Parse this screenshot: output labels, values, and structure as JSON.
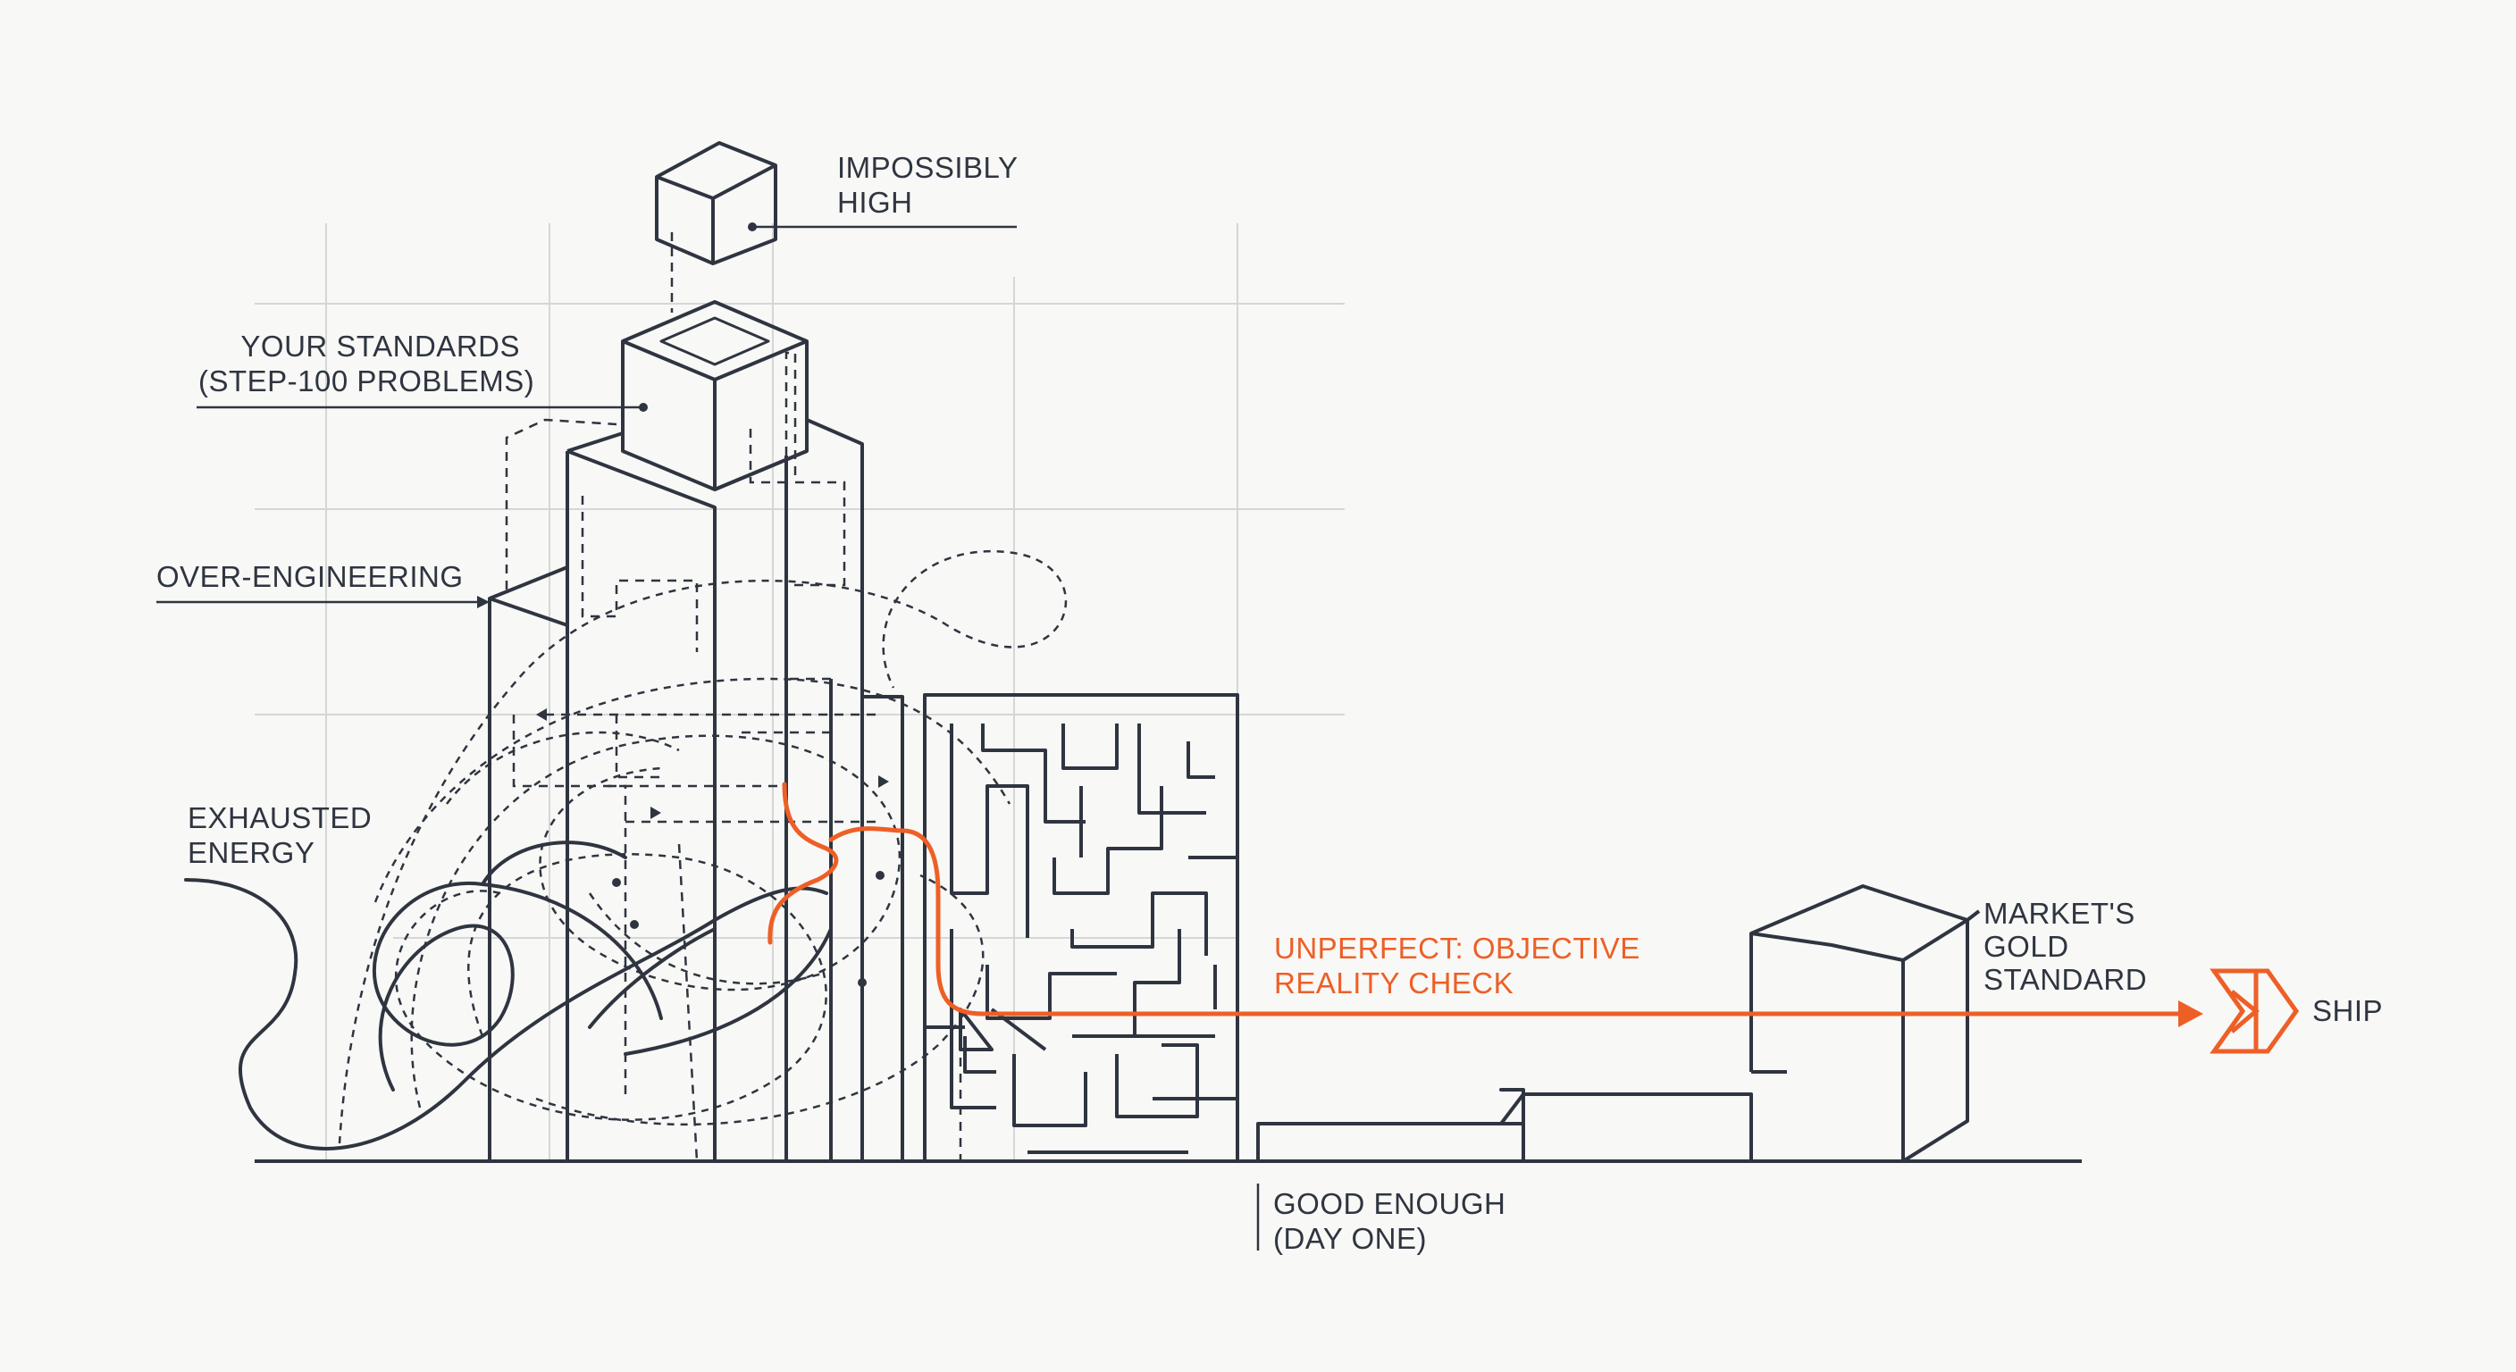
{
  "colors": {
    "background": "#f8f8f6",
    "ink": "#2f3540",
    "grid": "#d6d6d6",
    "accent": "#ee5f26"
  },
  "labels": {
    "impossibly_high": [
      "IMPOSSIBLY",
      "HIGH"
    ],
    "your_standards": [
      "YOUR STANDARDS",
      "(STEP-100 PROBLEMS)"
    ],
    "over_engineering": [
      "OVER-ENGINEERING"
    ],
    "exhausted_energy": [
      "EXHAUSTED",
      "ENERGY"
    ],
    "unperfect": [
      "UNPERFECT: OBJECTIVE",
      "REALITY CHECK"
    ],
    "market_gold": [
      "MARKET'S",
      "GOLD",
      "STANDARD"
    ],
    "ship": [
      "SHIP"
    ],
    "good_enough": [
      "GOOD ENOUGH",
      "(DAY ONE)"
    ]
  },
  "icons": {
    "ship": "arrow-chevron-icon",
    "floating_cube": "cube-icon"
  }
}
